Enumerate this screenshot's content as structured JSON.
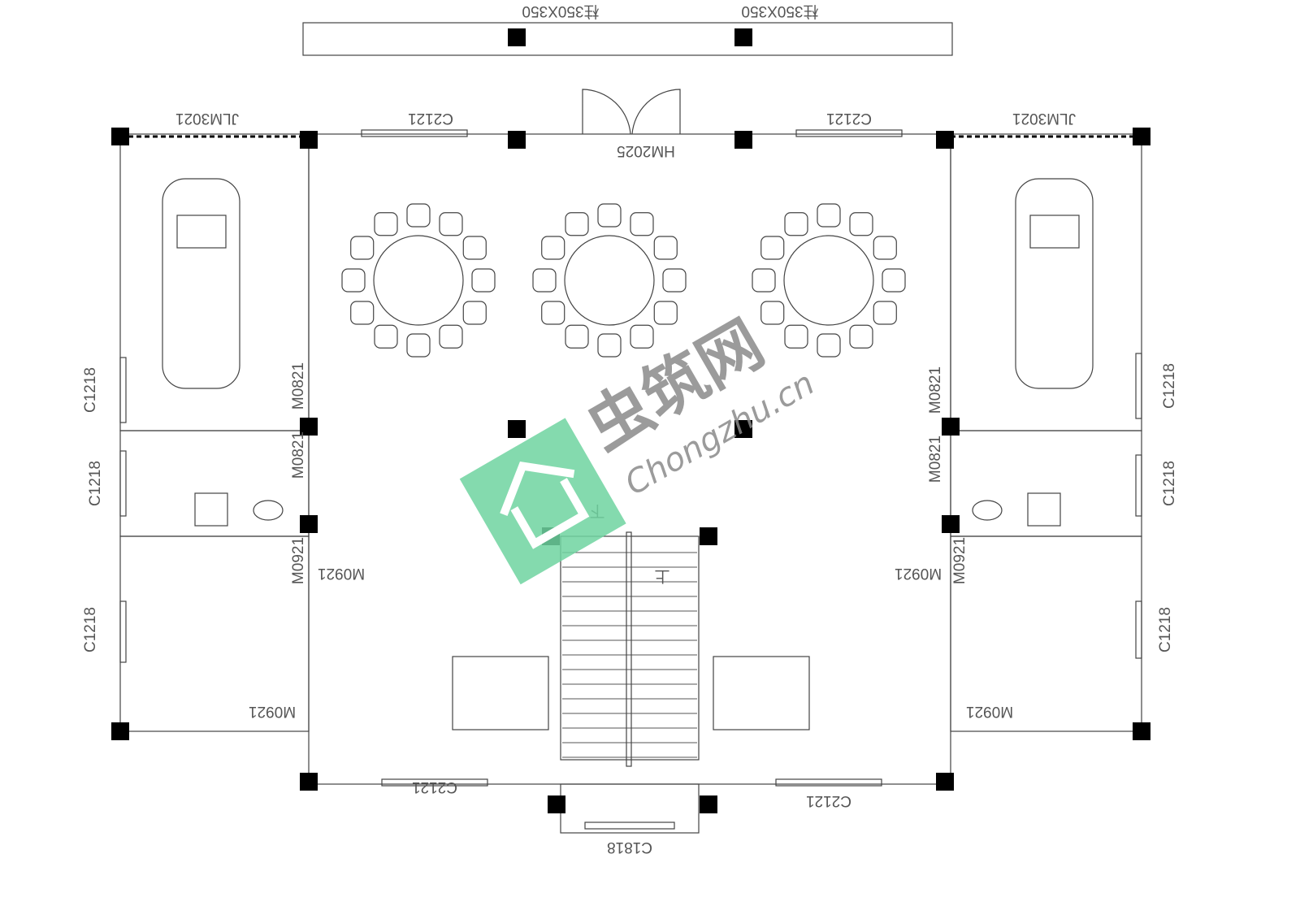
{
  "plan": {
    "column_note": "柱350X350",
    "labels": {
      "garage_door_left": "JLM3021",
      "garage_door_right": "JLM3021",
      "window_top_left": "C2121",
      "window_top_right": "C2121",
      "main_door": "HM2025",
      "window_left_garage": "C1218",
      "window_left_bath": "C1218",
      "window_left_kitchen": "C1218",
      "window_right_garage": "C1218",
      "window_right_bath": "C1218",
      "window_right_kitchen": "C1218",
      "door_left_garage": "M0821",
      "door_left_bath": "M0821",
      "door_left_kitchen": "M0921",
      "door_left_bedroom": "M0921",
      "door_left_kitchen_outer": "M0921",
      "door_right_garage": "M0821",
      "door_right_bath": "M0821",
      "door_right_kitchen": "M0921",
      "door_right_bedroom": "M0921",
      "door_right_kitchen_outer": "M0921",
      "window_bottom_left": "C2121",
      "window_bottom_right": "C2121",
      "window_stair": "C1818",
      "stair_up": "上",
      "stair_down": "下"
    }
  },
  "watermark": {
    "brand_cn": "虫筑网",
    "brand_url": "Chongzhu.cn",
    "color": "#6fd3a0"
  }
}
